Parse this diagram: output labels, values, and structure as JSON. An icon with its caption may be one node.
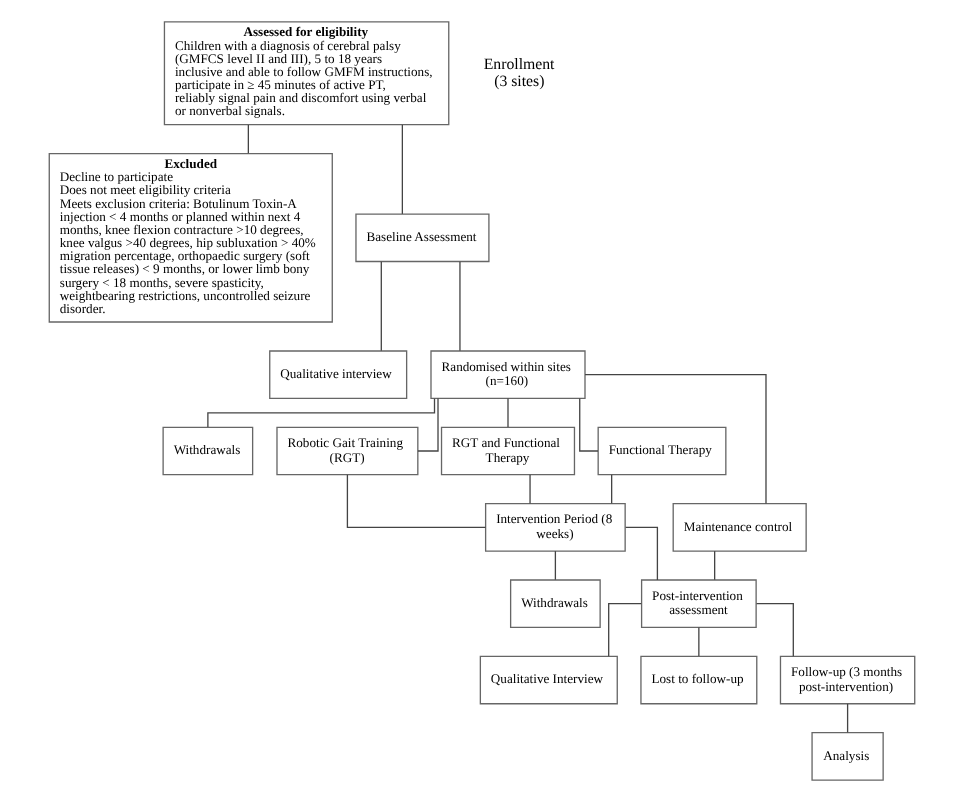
{
  "diagram": {
    "nodes": [
      {
        "text": [
          "Assessed for eligibility",
          "Children with a diagnosis of cerebral palsy (GMFCS level II and III), 5 to 18 years inclusive and able to follow GMFM instructions, participate in ≥ 45 minutes of active PT, reliably signal pain and discomfort using verbal or nonverbal signals."
        ]
      },
      {
        "text": [
          "Excluded",
          "Decline to participate",
          "Does not meet eligibility criteria",
          "Meets exclusion criteria: Botulinum Toxin-A injection < 4 months or planned within next 4 months, knee flexion contracture >10 degrees, knee valgus >40 degrees, hip subluxation > 40% migration percentage, orthopaedic surgery (soft tissue releases) < 9 months, or lower limb bony surgery < 18 months, severe spasticity, weightbearing restrictions, uncontrolled seizure disorder."
        ]
      },
      {
        "text": [
          "Baseline Assessment"
        ]
      },
      {
        "text": [
          "Qualitative interview"
        ]
      },
      {
        "text": [
          "Randomised within sites (n=160)"
        ]
      },
      {
        "text": [
          "Withdrawals"
        ]
      },
      {
        "text": [
          "Robotic Gait Training (RGT)"
        ]
      },
      {
        "text": [
          "RGT and Functional Therapy"
        ]
      },
      {
        "text": [
          "Functional Therapy"
        ]
      },
      {
        "text": [
          "Maintenance control"
        ]
      },
      {
        "text": [
          "Intervention Period (8 weeks)"
        ]
      },
      {
        "text": [
          "Withdrawals"
        ]
      },
      {
        "text": [
          "Post-intervention assessment"
        ]
      },
      {
        "text": [
          "Qualitative Interview"
        ]
      },
      {
        "text": [
          "Lost to follow-up"
        ]
      },
      {
        "text": [
          "Follow-up (3 months post-intervention)"
        ]
      },
      {
        "text": [
          "Analysis"
        ]
      }
    ],
    "edges": [
      {
        "from": 0,
        "to": 1,
        "arrow": "none"
      },
      {
        "from": 0,
        "to": 2,
        "arrow": "none"
      },
      {
        "from": 2,
        "to": 3,
        "arrow": "none"
      },
      {
        "from": 2,
        "to": 4,
        "arrow": "none"
      },
      {
        "from": 4,
        "to": 5,
        "arrow": "none"
      },
      {
        "from": 4,
        "to": 6,
        "arrow": "none"
      },
      {
        "from": 4,
        "to": 7,
        "arrow": "none"
      },
      {
        "from": 4,
        "to": 8,
        "arrow": "none"
      },
      {
        "from": 4,
        "to": 9,
        "arrow": "none"
      },
      {
        "from": 6,
        "to": 10,
        "arrow": "none"
      },
      {
        "from": 7,
        "to": 10,
        "arrow": "none"
      },
      {
        "from": 8,
        "to": 10,
        "arrow": "none"
      },
      {
        "from": 10,
        "to": 11,
        "arrow": "none"
      },
      {
        "from": 10,
        "to": 12,
        "arrow": "none"
      },
      {
        "from": 9,
        "to": 12,
        "arrow": "none"
      },
      {
        "from": 12,
        "to": 13,
        "arrow": "none"
      },
      {
        "from": 12,
        "to": 14,
        "arrow": "none"
      },
      {
        "from": 12,
        "to": 15,
        "arrow": "none"
      },
      {
        "from": 15,
        "to": 16,
        "arrow": "none"
      }
    ],
    "labels": [
      "Enrollment (3 sites)"
    ]
  }
}
